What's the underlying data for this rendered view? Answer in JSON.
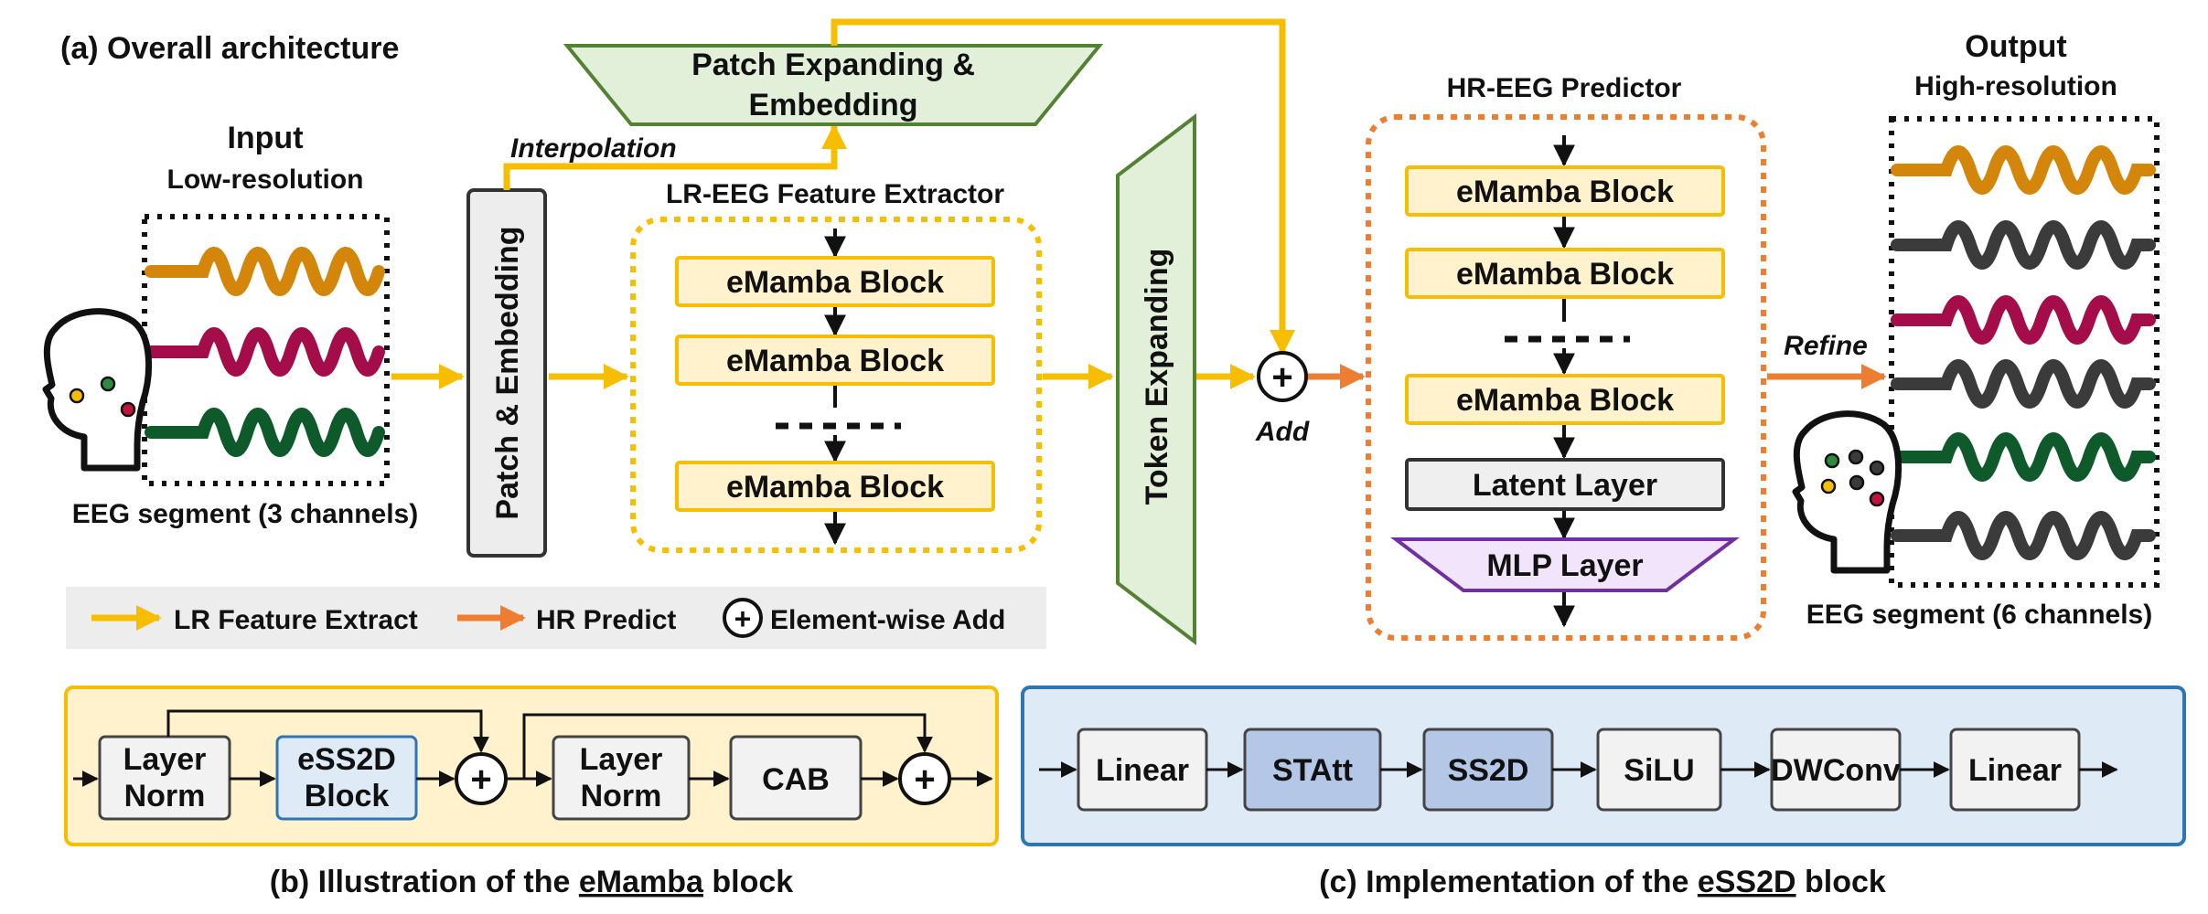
{
  "panel_a": {
    "title": "(a) Overall architecture",
    "input": {
      "heading": "Input",
      "subheading": "Low-resolution",
      "caption": "EEG segment (3 channels)"
    },
    "output": {
      "heading": "Output",
      "subheading": "High-resolution",
      "caption": "EEG segment (6 channels)"
    },
    "patch_embedding": "Patch & Embedding",
    "patch_expanding": {
      "line1": "Patch Expanding &",
      "line2": "Embedding"
    },
    "interpolation_label": "Interpolation",
    "lr_extractor": {
      "title": "LR-EEG Feature Extractor",
      "blocks": [
        "eMamba Block",
        "eMamba Block",
        "eMamba Block"
      ]
    },
    "token_expanding": "Token Expanding",
    "add_label": "Add",
    "add_symbol": "+",
    "hr_predictor": {
      "title": "HR-EEG Predictor",
      "blocks": [
        "eMamba Block",
        "eMamba Block",
        "eMamba Block"
      ],
      "latent": "Latent Layer",
      "mlp": "MLP Layer"
    },
    "refine_label": "Refine",
    "legend": {
      "lr": "LR Feature Extract",
      "hr": "HR Predict",
      "add": "Element-wise Add"
    }
  },
  "panel_b": {
    "caption_prefix": "(b) Illustration of the ",
    "caption_key": "eMamba",
    "caption_suffix": " block",
    "nodes": [
      {
        "line1": "Layer",
        "line2": "Norm"
      },
      {
        "line1": "eSS2D",
        "line2": "Block"
      },
      {
        "line1": "Layer",
        "line2": "Norm"
      },
      {
        "line1": "CAB",
        "line2": ""
      }
    ]
  },
  "panel_c": {
    "caption_prefix": "(c) Implementation of the ",
    "caption_key": "eSS2D",
    "caption_suffix": " block",
    "nodes": [
      "Linear",
      "STAtt",
      "SS2D",
      "SiLU",
      "DWConv",
      "Linear"
    ]
  },
  "colors": {
    "yellow_arrow": "#F7BE00",
    "orange_arrow": "#ED7D31",
    "block_fill": "#FFF2CC",
    "block_border": "#F7BE00",
    "green_fill": "#E2F0D9",
    "green_border": "#548235",
    "purple_fill": "#F2E4FB",
    "purple_border": "#7030A0",
    "wave_orange": "#D4860B",
    "wave_crimson": "#A50C4A",
    "wave_green": "#0E5A2B",
    "wave_dark": "#3B3B3B",
    "panel_b_fill": "#FFF2CC",
    "panel_c_fill": "#DEEBF7",
    "panel_c_border": "#2E75B6",
    "node_blue": "#B4C7E7"
  }
}
